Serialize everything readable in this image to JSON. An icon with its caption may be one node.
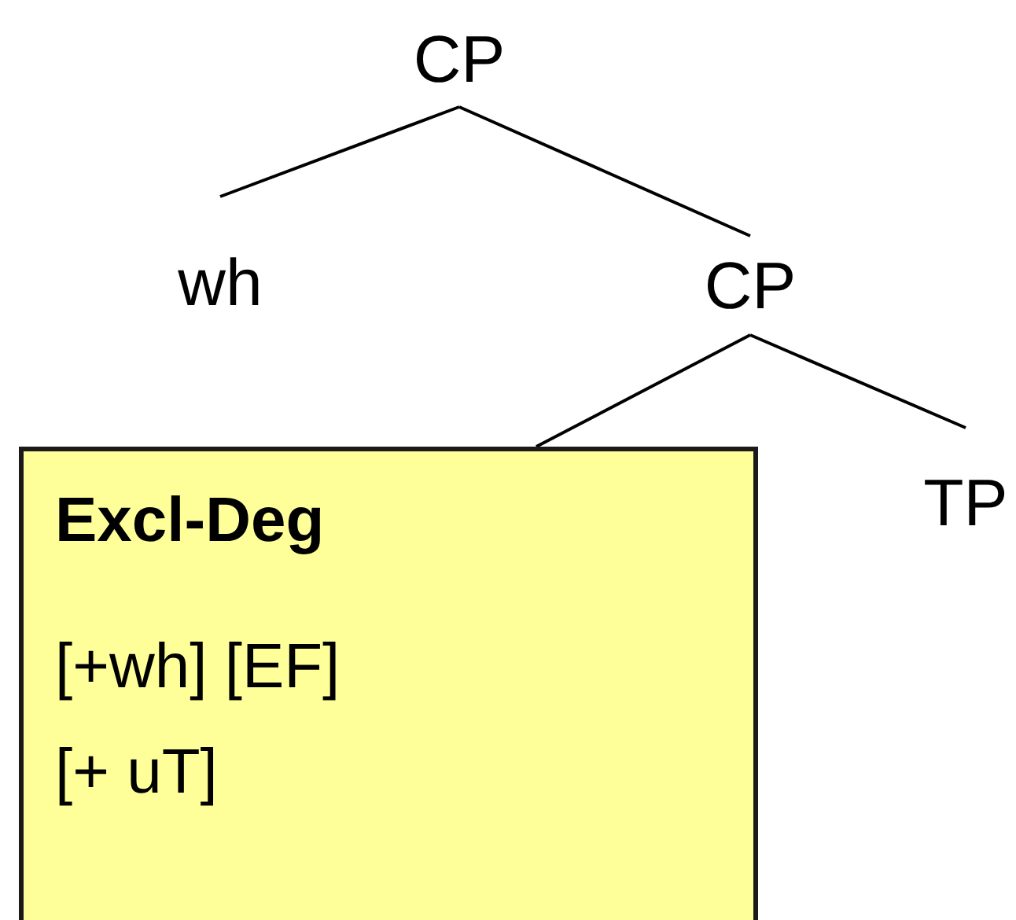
{
  "diagram": {
    "nodes": [
      {
        "text": [
          "CP"
        ]
      },
      {
        "text": [
          "wh"
        ]
      },
      {
        "text": [
          "CP"
        ]
      },
      {
        "text": [
          "Excl-Deg",
          "[+wh] [EF]",
          "[+ uT]"
        ]
      },
      {
        "text": [
          "TP"
        ]
      }
    ],
    "edges": [
      {
        "from": 0,
        "to": 1,
        "arrow": "none"
      },
      {
        "from": 0,
        "to": 2,
        "arrow": "none"
      },
      {
        "from": 2,
        "to": 3,
        "arrow": "none"
      },
      {
        "from": 2,
        "to": 4,
        "arrow": "none"
      }
    ]
  }
}
